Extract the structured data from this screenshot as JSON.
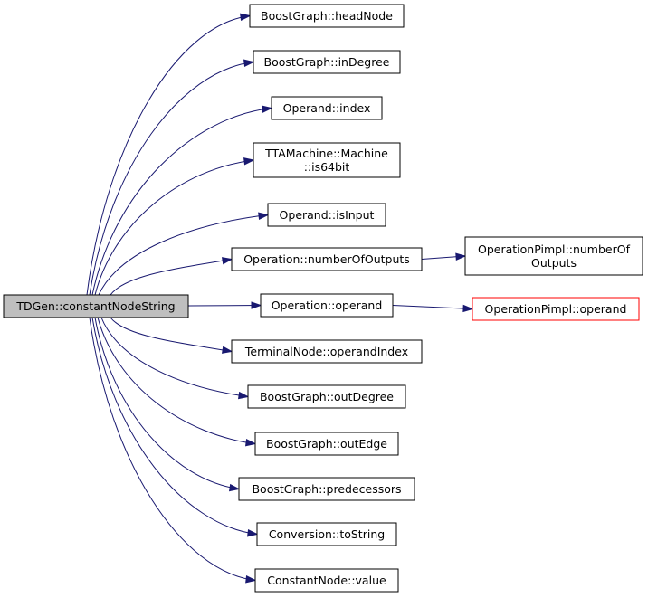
{
  "colors": {
    "edge": "#191970",
    "root_fill": "#bfbfbf",
    "node_fill": "#ffffff",
    "node_stroke": "#000000",
    "highlight_stroke": "#ff0000",
    "highlight_text": "#ff0000"
  },
  "root": {
    "label": "TDGen::constantNodeString"
  },
  "nodes": [
    {
      "id": "headNode",
      "lines": [
        "BoostGraph::headNode"
      ]
    },
    {
      "id": "inDegree",
      "lines": [
        "BoostGraph::inDegree"
      ]
    },
    {
      "id": "index",
      "lines": [
        "Operand::index"
      ]
    },
    {
      "id": "is64bit",
      "lines": [
        "TTAMachine::Machine",
        "::is64bit"
      ]
    },
    {
      "id": "isInput",
      "lines": [
        "Operand::isInput"
      ]
    },
    {
      "id": "numberOfOutputs",
      "lines": [
        "Operation::numberOfOutputs"
      ]
    },
    {
      "id": "operation-operand",
      "lines": [
        "Operation::operand"
      ]
    },
    {
      "id": "operandIndex",
      "lines": [
        "TerminalNode::operandIndex"
      ]
    },
    {
      "id": "outDegree",
      "lines": [
        "BoostGraph::outDegree"
      ]
    },
    {
      "id": "outEdge",
      "lines": [
        "BoostGraph::outEdge"
      ]
    },
    {
      "id": "predecessors",
      "lines": [
        "BoostGraph::predecessors"
      ]
    },
    {
      "id": "toString",
      "lines": [
        "Conversion::toString"
      ]
    },
    {
      "id": "value",
      "lines": [
        "ConstantNode::value"
      ]
    },
    {
      "id": "pimpl-numberOfOutputs",
      "lines": [
        "OperationPimpl::numberOf",
        "Outputs"
      ]
    },
    {
      "id": "pimpl-operand",
      "lines": [
        "OperationPimpl::operand"
      ],
      "highlight": true
    }
  ]
}
